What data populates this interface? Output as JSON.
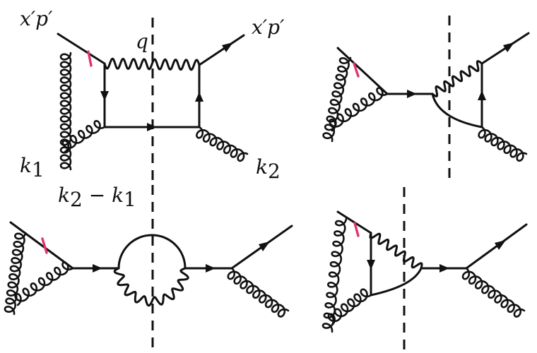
{
  "labels": {
    "incoming": "x′p′",
    "outgoing": "x′p′",
    "photon_momentum": "q",
    "gluon_k1": "k",
    "gluon_k1_sub": "1",
    "gluon_k2": "k",
    "gluon_k2_sub": "2",
    "exchanged_left": "k",
    "exchanged_left_sub": "2",
    "exchanged_minus": " − ",
    "exchanged_right": "k",
    "exchanged_right_sub": "1"
  },
  "colors": {
    "line": "#111111",
    "insertion_mark": "#e0336e",
    "background": "#ffffff"
  }
}
